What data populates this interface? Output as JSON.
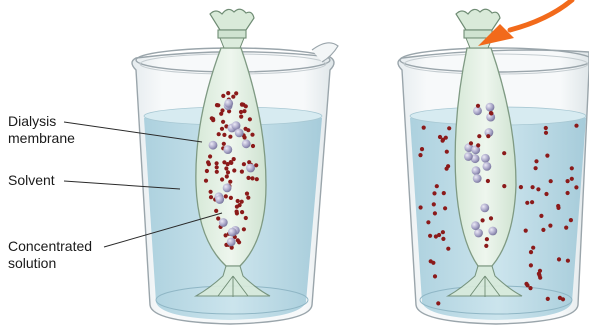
{
  "labels": {
    "dialysis_line1": "Dialysis",
    "dialysis_line2": "membrane",
    "solvent": "Solvent",
    "concentrated_line1": "Concentrated",
    "concentrated_line2": "solution"
  },
  "colors": {
    "solvent_fill": "#b9dbe7",
    "glass_edge": "#9aa5ab",
    "solute_small": "#8b1a1a",
    "solute_large": "#a5a3c4",
    "arrow": "#f26a1b"
  },
  "icons": {
    "left_beaker": "beaker-with-dialysis-bag",
    "right_beaker": "beaker-after-diffusion",
    "arrow": "curved-arrow-icon"
  }
}
